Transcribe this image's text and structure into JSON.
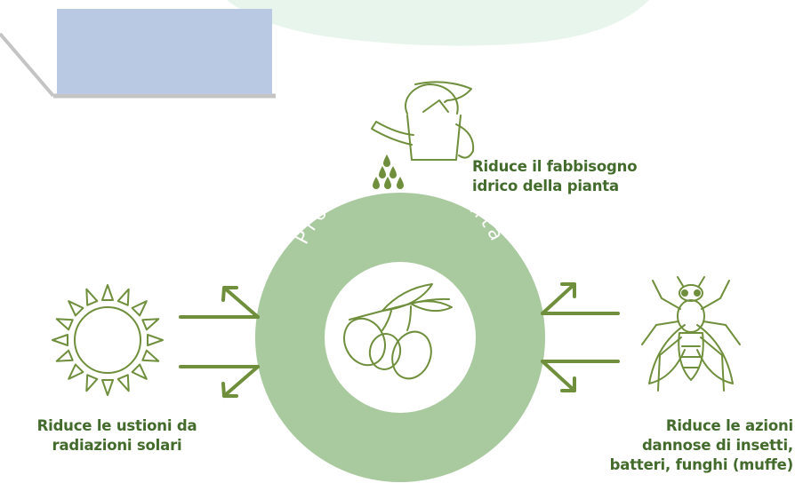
{
  "ring": {
    "label": "Protezione Pianta"
  },
  "benefits": {
    "water": {
      "line1": "Riduce il fabbisogno",
      "line2": "idrico della pianta",
      "icon": "watering-can-icon"
    },
    "sun": {
      "line1": "Riduce le ustioni da",
      "line2": "radiazioni solari",
      "icon": "sun-icon"
    },
    "insects": {
      "line1": "Riduce le azioni",
      "line2": "dannose di insetti,",
      "line3": "batteri, funghi (muffe)",
      "icon": "fly-icon"
    }
  },
  "colors": {
    "primary_green": "#6f8f3c",
    "text_green": "#436b2c",
    "ring_green": "#a9c99e",
    "mint_background": "#e8f5ec",
    "panel_blue": "#b9c8e3",
    "panel_shadow": "#c4c4c4"
  }
}
